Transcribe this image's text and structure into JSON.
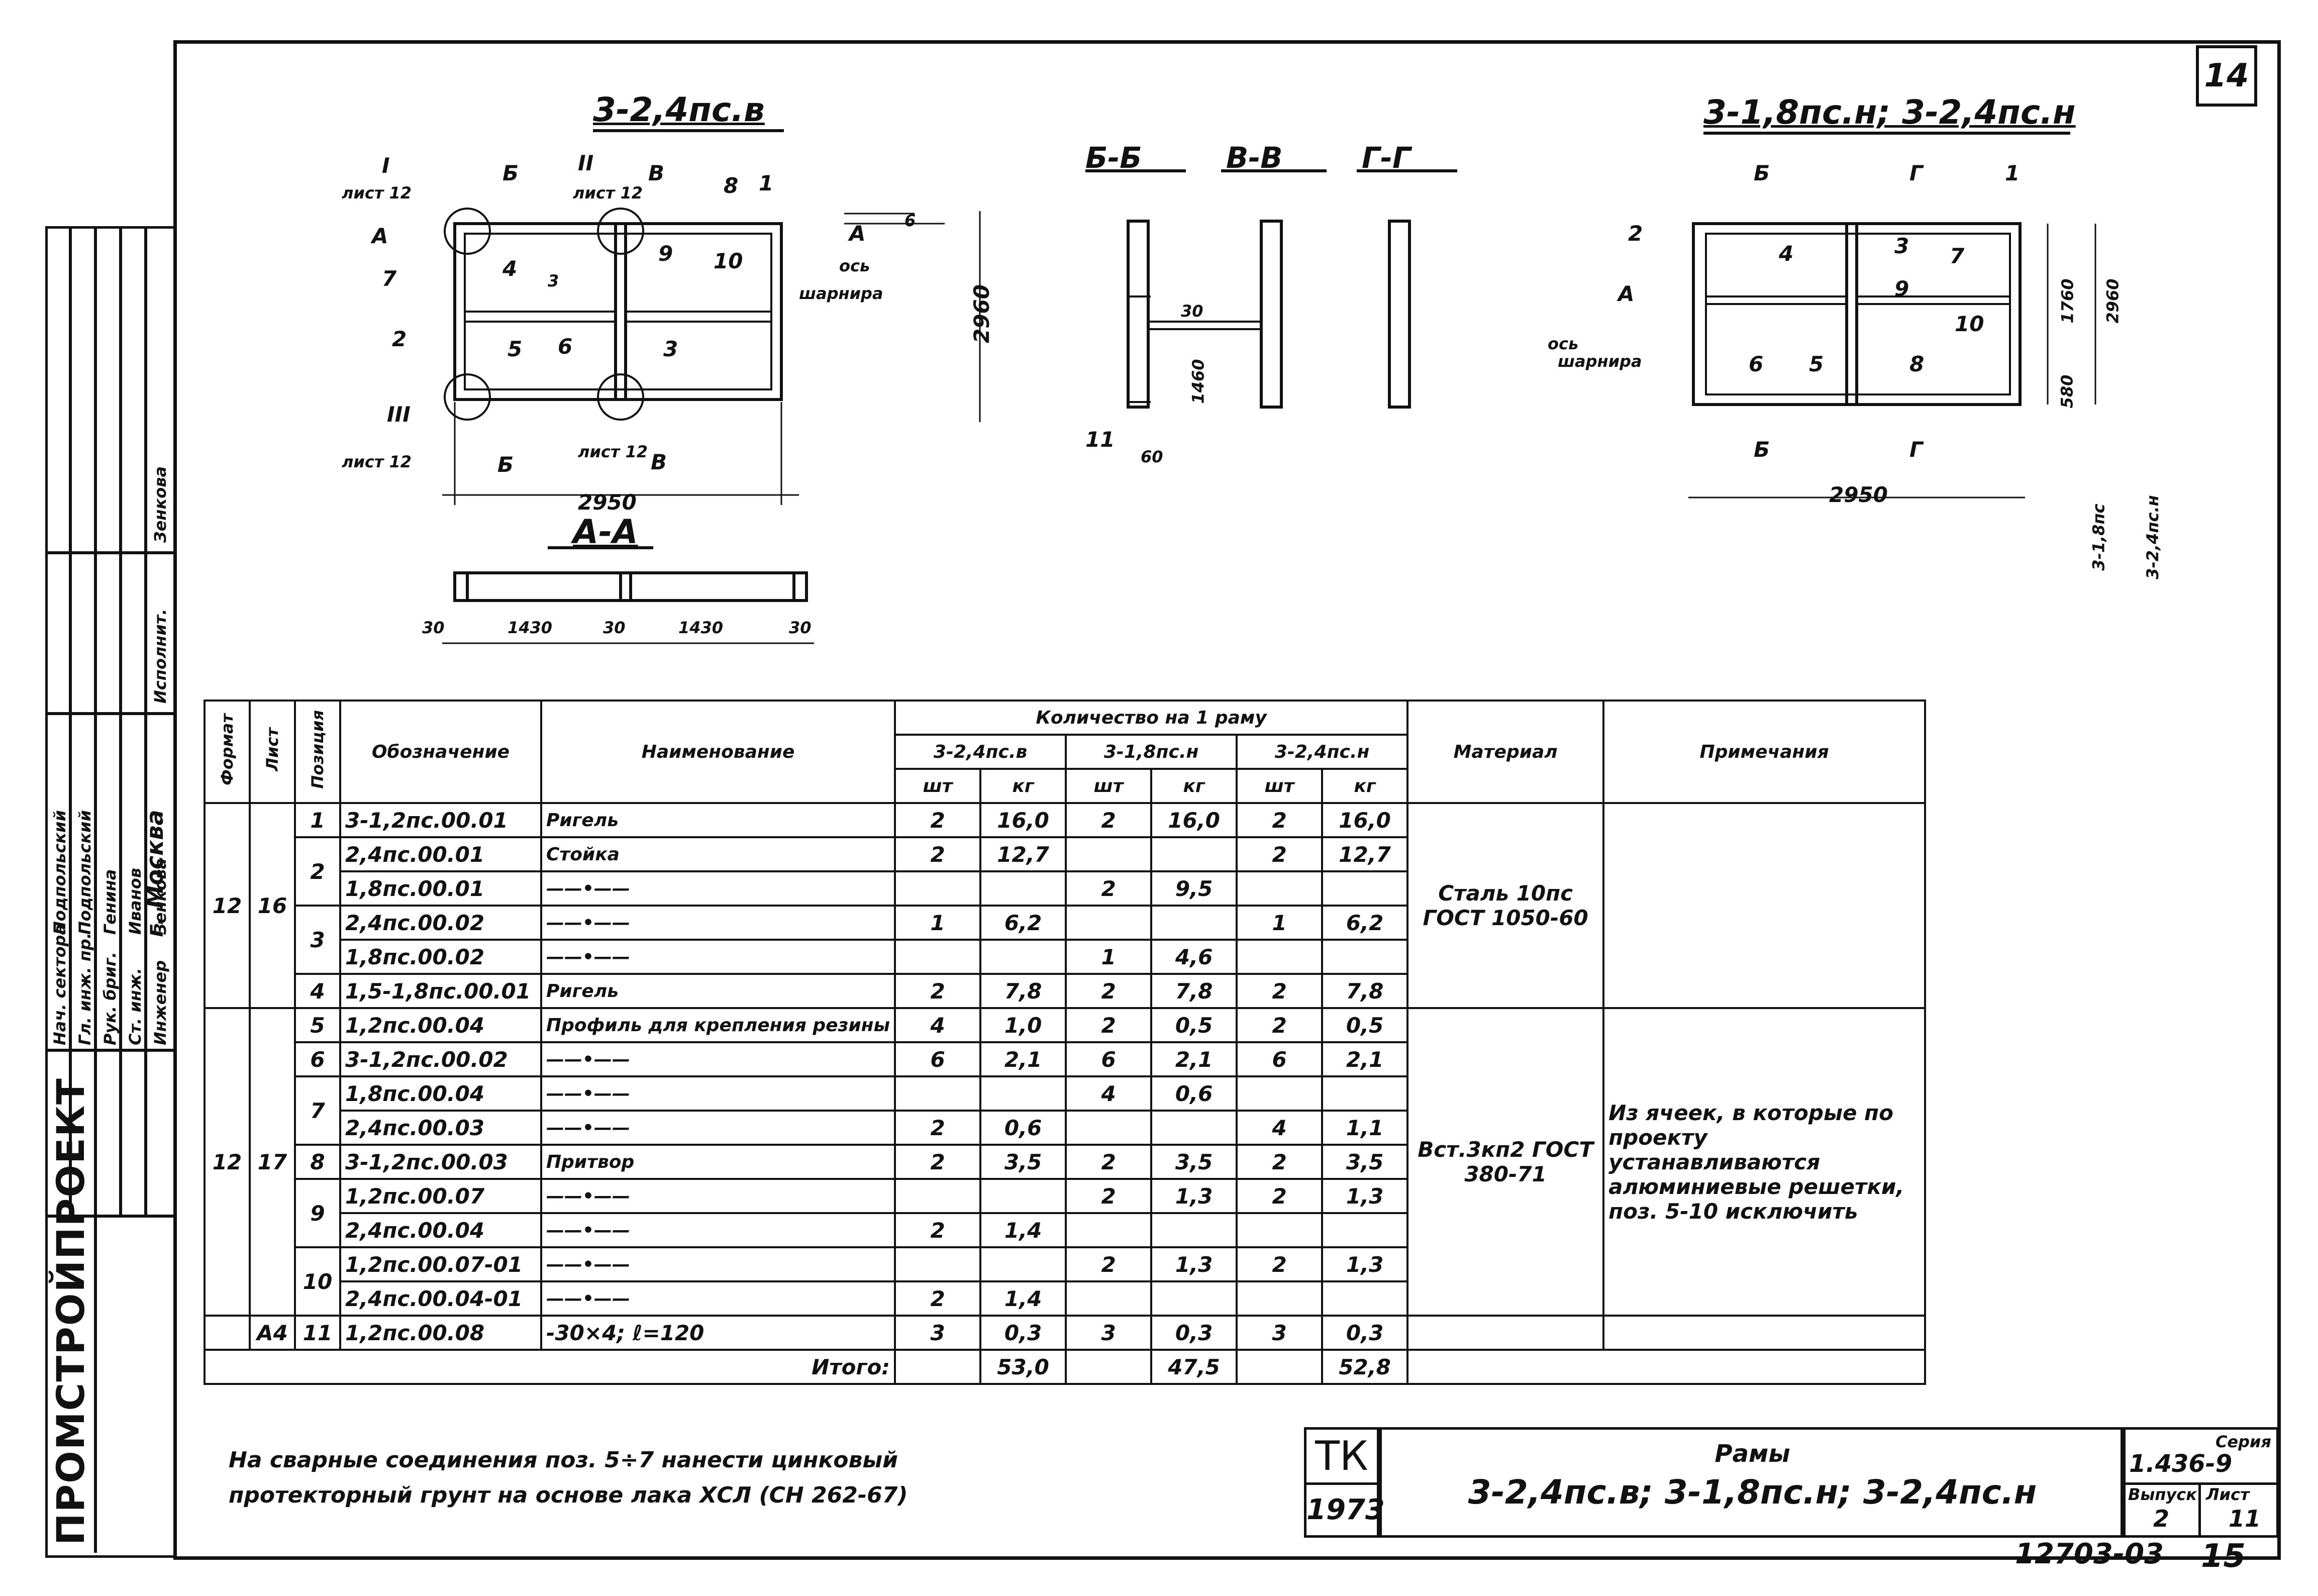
{
  "sheet_number": "14",
  "views": {
    "left_title": "3-2,4пс.в",
    "section_titles": [
      "Б-Б",
      "В-В",
      "Г-Г"
    ],
    "right_title": "3-1,8пс.н; 3-2,4пс.н",
    "aa_title": "А-А",
    "left_dims": {
      "width": "2950",
      "height": "2960",
      "top": "6",
      "mid": "3"
    },
    "right_dims": {
      "width": "2950",
      "height": "2960",
      "h1": "1760",
      "h2": "580",
      "note1": "3-1,8пс",
      "note2": "3-2,4пс.н"
    },
    "aa_dims": [
      "30",
      "1430",
      "30",
      "1430",
      "30"
    ],
    "section_dims": {
      "h": "1460",
      "a": "30",
      "b": "60"
    },
    "callouts": {
      "I": "I",
      "II": "II",
      "III": "III",
      "sheet12": "лист 12",
      "B": "Б",
      "V": "В",
      "G": "Г",
      "A": "А",
      "os": "ось",
      "sharnira": "шарнира"
    },
    "positions_left": [
      "1",
      "2",
      "3",
      "4",
      "5",
      "6",
      "7",
      "8",
      "9",
      "10"
    ],
    "positions_right": [
      "1",
      "2",
      "3",
      "4",
      "5",
      "6",
      "7",
      "8",
      "9",
      "10"
    ],
    "section_pos": "11"
  },
  "table": {
    "headers": {
      "format": "Формат",
      "sheet": "Лист",
      "position": "Позиция",
      "designation": "Обозначение",
      "name": "Наименование",
      "quantity_group": "Количество на 1 раму",
      "variants": [
        "3-2,4пс.в",
        "3-1,8пс.н",
        "3-2,4пс.н"
      ],
      "unit_pcs": "шт",
      "unit_kg": "кг",
      "material": "Материал",
      "notes": "Примечания"
    },
    "group1": {
      "format": "12",
      "sheet": "16",
      "material": "Сталь 10пс ГОСТ 1050-60"
    },
    "group2": {
      "format": "12",
      "sheet": "17",
      "material": "Вст.3кп2 ГОСТ 380-71",
      "note": "Из ячеек, в которые по проекту устанавливаются алюминиевые решетки, поз. 5-10 исключить"
    },
    "rows": [
      {
        "pos": "1",
        "des": "3-1,2пс.00.01",
        "name": "Ригель",
        "a": [
          "2",
          "16,0"
        ],
        "b": [
          "2",
          "16,0"
        ],
        "c": [
          "2",
          "16,0"
        ]
      },
      {
        "pos": "2",
        "des": "2,4пс.00.01",
        "name": "Стойка",
        "a": [
          "2",
          "12,7"
        ],
        "b": [
          "",
          ""
        ],
        "c": [
          "2",
          "12,7"
        ]
      },
      {
        "pos": "",
        "des": "1,8пс.00.01",
        "name": "——•——",
        "a": [
          "",
          ""
        ],
        "b": [
          "2",
          "9,5"
        ],
        "c": [
          "",
          ""
        ]
      },
      {
        "pos": "3",
        "des": "2,4пс.00.02",
        "name": "——•——",
        "a": [
          "1",
          "6,2"
        ],
        "b": [
          "",
          ""
        ],
        "c": [
          "1",
          "6,2"
        ]
      },
      {
        "pos": "",
        "des": "1,8пс.00.02",
        "name": "——•——",
        "a": [
          "",
          ""
        ],
        "b": [
          "1",
          "4,6"
        ],
        "c": [
          "",
          ""
        ]
      },
      {
        "pos": "4",
        "des": "1,5-1,8пс.00.01",
        "name": "Ригель",
        "a": [
          "2",
          "7,8"
        ],
        "b": [
          "2",
          "7,8"
        ],
        "c": [
          "2",
          "7,8"
        ]
      },
      {
        "pos": "5",
        "des": "1,2пс.00.04",
        "name": "Профиль для крепления резины",
        "a": [
          "4",
          "1,0"
        ],
        "b": [
          "2",
          "0,5"
        ],
        "c": [
          "2",
          "0,5"
        ]
      },
      {
        "pos": "6",
        "des": "3-1,2пс.00.02",
        "name": "——•——",
        "a": [
          "6",
          "2,1"
        ],
        "b": [
          "6",
          "2,1"
        ],
        "c": [
          "6",
          "2,1"
        ]
      },
      {
        "pos": "7",
        "des": "1,8пс.00.04",
        "name": "——•——",
        "a": [
          "",
          ""
        ],
        "b": [
          "4",
          "0,6"
        ],
        "c": [
          "",
          ""
        ]
      },
      {
        "pos": "",
        "des": "2,4пс.00.03",
        "name": "——•——",
        "a": [
          "2",
          "0,6"
        ],
        "b": [
          "",
          ""
        ],
        "c": [
          "4",
          "1,1"
        ]
      },
      {
        "pos": "8",
        "des": "3-1,2пс.00.03",
        "name": "Притвор",
        "a": [
          "2",
          "3,5"
        ],
        "b": [
          "2",
          "3,5"
        ],
        "c": [
          "2",
          "3,5"
        ]
      },
      {
        "pos": "9",
        "des": "1,2пс.00.07",
        "name": "——•——",
        "a": [
          "",
          ""
        ],
        "b": [
          "2",
          "1,3"
        ],
        "c": [
          "2",
          "1,3"
        ]
      },
      {
        "pos": "",
        "des": "2,4пс.00.04",
        "name": "——•——",
        "a": [
          "2",
          "1,4"
        ],
        "b": [
          "",
          ""
        ],
        "c": [
          "",
          ""
        ]
      },
      {
        "pos": "10",
        "des": "1,2пс.00.07-01",
        "name": "——•——",
        "a": [
          "",
          ""
        ],
        "b": [
          "2",
          "1,3"
        ],
        "c": [
          "2",
          "1,3"
        ]
      },
      {
        "pos": "",
        "des": "2,4пс.00.04-01",
        "name": "——•——",
        "a": [
          "2",
          "1,4"
        ],
        "b": [
          "",
          ""
        ],
        "c": [
          "",
          ""
        ]
      }
    ],
    "row11": {
      "format": "",
      "sheet": "А4",
      "pos": "11",
      "des": "1,2пс.00.08",
      "name": "-30×4; ℓ=120",
      "a": [
        "3",
        "0,3"
      ],
      "b": [
        "3",
        "0,3"
      ],
      "c": [
        "3",
        "0,3"
      ]
    },
    "total": {
      "label": "Итого:",
      "a": "53,0",
      "b": "47,5",
      "c": "52,8"
    }
  },
  "footnote": [
    "На сварные соединения поз. 5÷7 нанести цинковый",
    "протекторный грунт на основе лака ХСЛ (СН 262-67)"
  ],
  "stamp": {
    "tk": "ТК",
    "year": "1973",
    "title_label": "Рамы",
    "title": "3-2,4пс.в; 3-1,8пс.н; 3-2,4пс.н",
    "series_label": "Серия",
    "series": "1.436-9",
    "issue_label": "Выпуск",
    "issue": "2",
    "sheet_label": "Лист",
    "sheet": "11",
    "doc_number": "12703-03",
    "page": "15"
  },
  "side_stamp": {
    "org": "ПРОМСТРОЙПРОЕКТ",
    "city": "г. Москва",
    "roles": [
      "Нач. сектора",
      "Гл. инж. пр.",
      "Рук. бриг.",
      "Ст. инж.",
      "Инженер"
    ],
    "names": [
      "Подпольский",
      "Подпольский",
      "Генина",
      "Иванов",
      "Зенкова"
    ],
    "extra": [
      "Исполнит.",
      "Зенкова"
    ]
  }
}
